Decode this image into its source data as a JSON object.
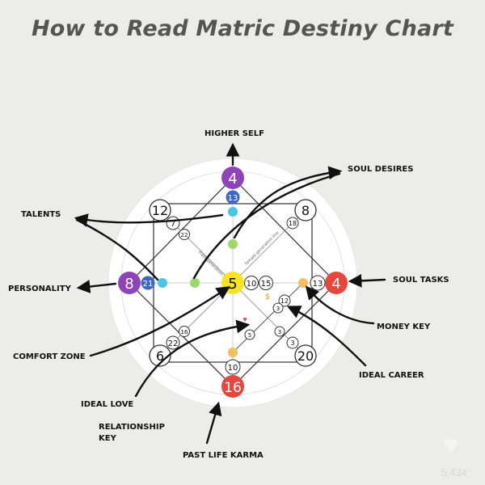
{
  "title": "How to Read Matric Destiny Chart",
  "labels": {
    "higher_self": "HIGHER SELF",
    "soul_desires": "SOUL DESIRES",
    "talents": "TALENTS",
    "personality": "PERSONALITY",
    "soul_tasks": "SOUL TASKS",
    "money_key": "MONEY KEY",
    "comfort_zone": "COMFORT ZONE",
    "ideal_career": "IDEAL CAREER",
    "ideal_love": "IDEAL LOVE",
    "relationship_key_1": "RELATIONSHIP",
    "relationship_key_2": "KEY",
    "past_life_karma": "PAST LIFE KARMA"
  },
  "nodes": {
    "top": "4",
    "top_inner": "13",
    "left": "8",
    "left_inner": "21",
    "right": "4",
    "right_inner": "13",
    "bottom": "16",
    "bottom_inner": "10",
    "center": "5",
    "center_r1": "10",
    "center_r2": "15",
    "tl": "12",
    "tl_inner": "7",
    "tl_inner2": "22",
    "tr": "8",
    "tr_inner": "18",
    "bl": "6",
    "bl_inner": "22",
    "bl_inner2": "16",
    "br": "20",
    "br_inner": "3",
    "money_3": "3",
    "money_12": "12",
    "love_5": "5",
    "love_3": "3",
    "dollar": "$"
  },
  "diagonal_labels": {
    "male": "male generation line",
    "female": "female generation line"
  },
  "colors": {
    "purple": "#8e44b8",
    "blue": "#3d66c9",
    "cyan": "#45c6e6",
    "green": "#9fd86a",
    "yellow": "#f7e322",
    "orange": "#f3c060",
    "red": "#e8453c"
  },
  "footer": {
    "likes": "5,434"
  }
}
